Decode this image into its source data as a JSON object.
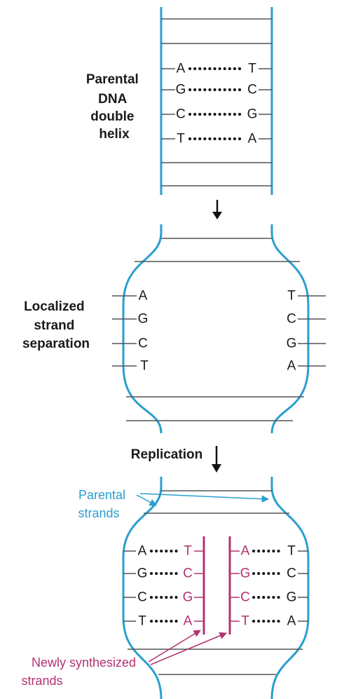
{
  "colors": {
    "parental_strand": "#2a9fcf",
    "new_strand": "#b2336f",
    "rung": "#555555",
    "text": "#1a1a1a"
  },
  "panel1": {
    "label_lines": [
      "Parental",
      "DNA",
      "double",
      "helix"
    ],
    "pairs": [
      {
        "left": "A",
        "right": "T"
      },
      {
        "left": "G",
        "right": "C"
      },
      {
        "left": "C",
        "right": "G"
      },
      {
        "left": "T",
        "right": "A"
      }
    ]
  },
  "panel2": {
    "label_lines": [
      "Localized",
      "strand",
      "separation"
    ],
    "left_bases": [
      "A",
      "G",
      "C",
      "T"
    ],
    "right_bases": [
      "T",
      "C",
      "G",
      "A"
    ]
  },
  "panel3": {
    "step_label": "Replication",
    "parental_label_lines": [
      "Parental",
      "strands"
    ],
    "new_label_lines": [
      "Newly synthesized",
      "strands"
    ],
    "left_pairs": [
      {
        "old": "A",
        "new": "T"
      },
      {
        "old": "G",
        "new": "C"
      },
      {
        "old": "C",
        "new": "G"
      },
      {
        "old": "T",
        "new": "A"
      }
    ],
    "right_pairs": [
      {
        "new": "A",
        "old": "T"
      },
      {
        "new": "G",
        "old": "C"
      },
      {
        "new": "C",
        "old": "G"
      },
      {
        "new": "T",
        "old": "A"
      }
    ]
  }
}
